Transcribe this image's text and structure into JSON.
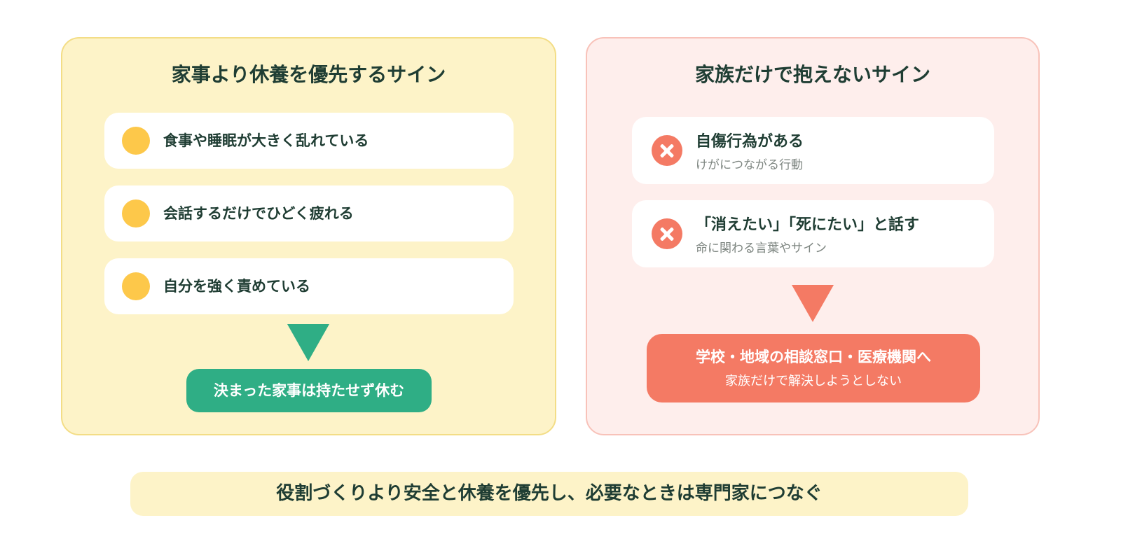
{
  "left_panel": {
    "title": "家事より休養を優先するサイン",
    "items": [
      "食事や睡眠が大きく乱れている",
      "会話するだけでひどく疲れる",
      "自分を強く責めている"
    ],
    "action": "決まった家事は持たせず休む",
    "colors": {
      "background": "#fdf3c8",
      "dot": "#fdc84a",
      "action": "#2fae85"
    }
  },
  "right_panel": {
    "title": "家族だけで抱えないサイン",
    "items": [
      {
        "title": "自傷行為がある",
        "subtitle": "けがにつながる行動"
      },
      {
        "title": "「消えたい」「死にたい」と話す",
        "subtitle": "命に関わる言葉やサイン"
      }
    ],
    "action": {
      "title": "学校・地域の相談窓口・医療機関へ",
      "subtitle": "家族だけで解決しようとしない"
    },
    "colors": {
      "background": "#feeeec",
      "icon": "#f47a64",
      "action": "#f47a64"
    }
  },
  "footer": {
    "text": "役割づくりより安全と休養を優先し、必要なときは専門家につなぐ"
  }
}
